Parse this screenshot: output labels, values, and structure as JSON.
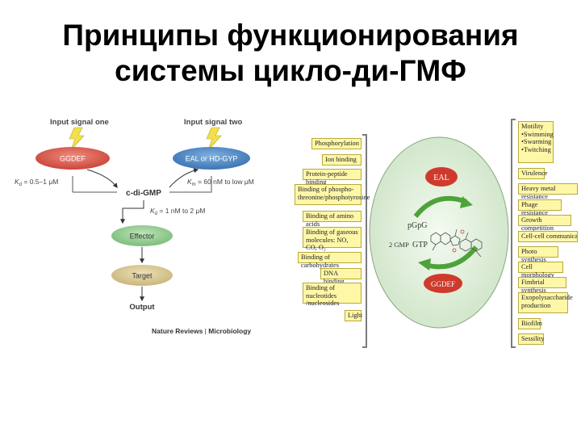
{
  "title": {
    "line1": "Принципы функционирования",
    "line2": "системы цикло-ди-ГМФ"
  },
  "left_diagram": {
    "input_one": "Input signal one",
    "input_two": "Input signal two",
    "gcdef": "GGDEF",
    "eal": "EAL or HD-GYP",
    "kd_left": "K",
    "kd_left_sub": "d",
    "kd_left_val": " = 0.5–1 μM",
    "km_right": "K",
    "km_right_sub": "m",
    "km_right_val": " = 60 nM to low μM",
    "cdigmp": "c-di-GMP",
    "kd_mid": "K",
    "kd_mid_sub": "d",
    "kd_mid_val": " = 1 nM to 2 μM",
    "effector": "Effector",
    "target": "Target",
    "output": "Output",
    "credit_a": "Nature Reviews",
    "credit_sep": " | ",
    "credit_b": "Microbiology",
    "colors": {
      "gcdef": "#d9534a",
      "eal": "#4a86c5",
      "effector": "#8cc98a",
      "target": "#d8c78e",
      "bolt": "#f2e04a"
    }
  },
  "right_diagram": {
    "left_boxes": [
      "Phosphorylation",
      "Ion binding",
      "Protein-peptide binding",
      "Binding of phospho-threonine/phosphotyrosine",
      "Binding of amino acids",
      "Binding of gaseous molecules: NO, CO, O₂",
      "Binding of carbohydrates",
      "DNA binding",
      "Binding of nucleotides /nucleosides",
      "Light"
    ],
    "right_boxes": [
      "Motility •Swimming •Swarming •Twitching",
      "Virulence",
      "Heavy metal resistance",
      "Phage resistance",
      "Growth competition",
      "Cell-cell communication",
      "Photo synthesis",
      "Cell morphology",
      "Fimbrial synthesis",
      "Exopolysaccharide production",
      "Biofilm",
      "Sessility"
    ],
    "eal": "EAL",
    "ggdef": "GGDEF",
    "pgpg": "pGpG",
    "two_gmp": "2 GMP",
    "gtp": "GTP",
    "colors": {
      "box": "#fff7a8",
      "ellipse": "#dfeedb",
      "arrow": "#4da33a",
      "enzyme": "#cf3a2c"
    }
  }
}
